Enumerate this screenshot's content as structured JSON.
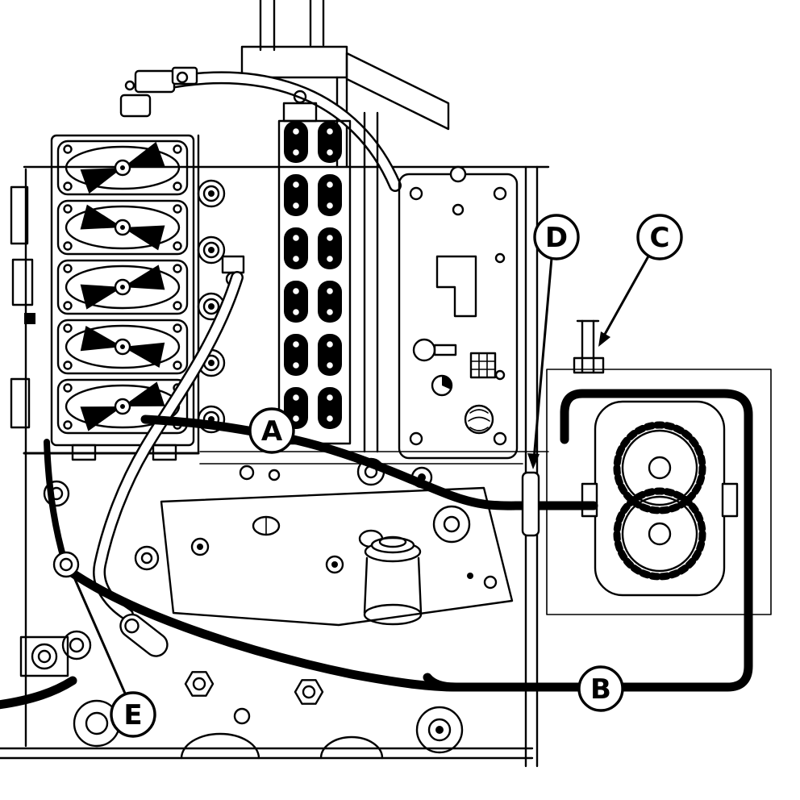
{
  "figure": {
    "background_color": "#ffffff",
    "line_color": "#000000",
    "callouts": [
      {
        "id": "callout-a",
        "label": "A"
      },
      {
        "id": "callout-b",
        "label": "B"
      },
      {
        "id": "callout-c",
        "label": "C"
      },
      {
        "id": "callout-d",
        "label": "D"
      },
      {
        "id": "callout-e",
        "label": "E"
      }
    ]
  }
}
